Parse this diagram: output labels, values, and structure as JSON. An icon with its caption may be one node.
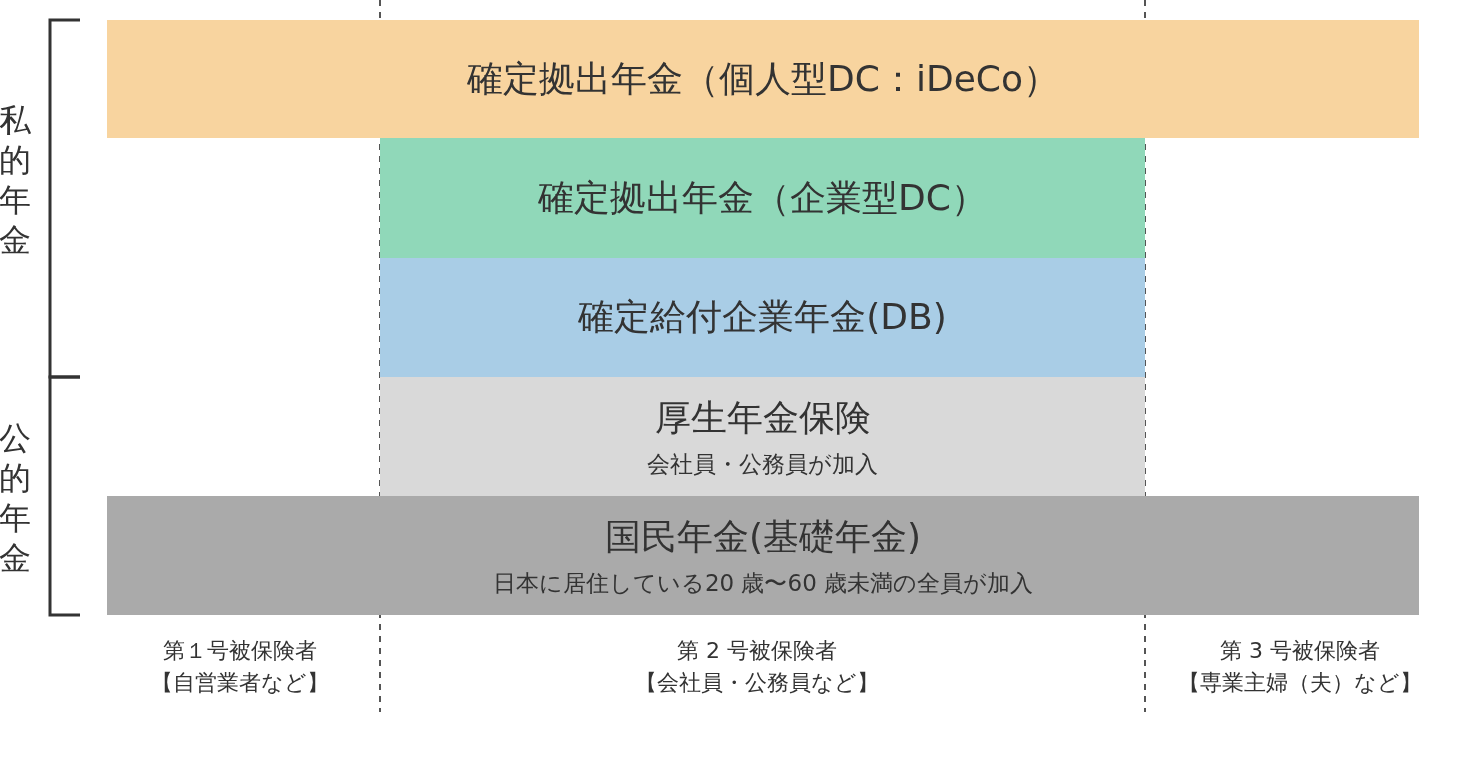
{
  "diagram": {
    "nodes": [
      {
        "text": [
          "確定拠出年金（個人型DC：iDeCo）"
        ]
      },
      {
        "text": [
          "確定拠出年金（企業型DC）"
        ]
      },
      {
        "text": [
          "確定給付企業年金(DB)"
        ]
      },
      {
        "text": [
          "厚生年金保険",
          "会社員・公務員が加入"
        ]
      },
      {
        "text": [
          "国民年金(基礎年金)",
          "日本に居住している20 歳〜60 歳未満の全員が加入"
        ]
      }
    ],
    "labels": [
      "私的年金",
      "公的年金",
      "第１号被保険者",
      "【自営業者など】",
      "第 2 号被保険者",
      "【会社員・公務員など】",
      "第 3 号被保険者",
      "【専業主婦（夫）など】"
    ]
  }
}
